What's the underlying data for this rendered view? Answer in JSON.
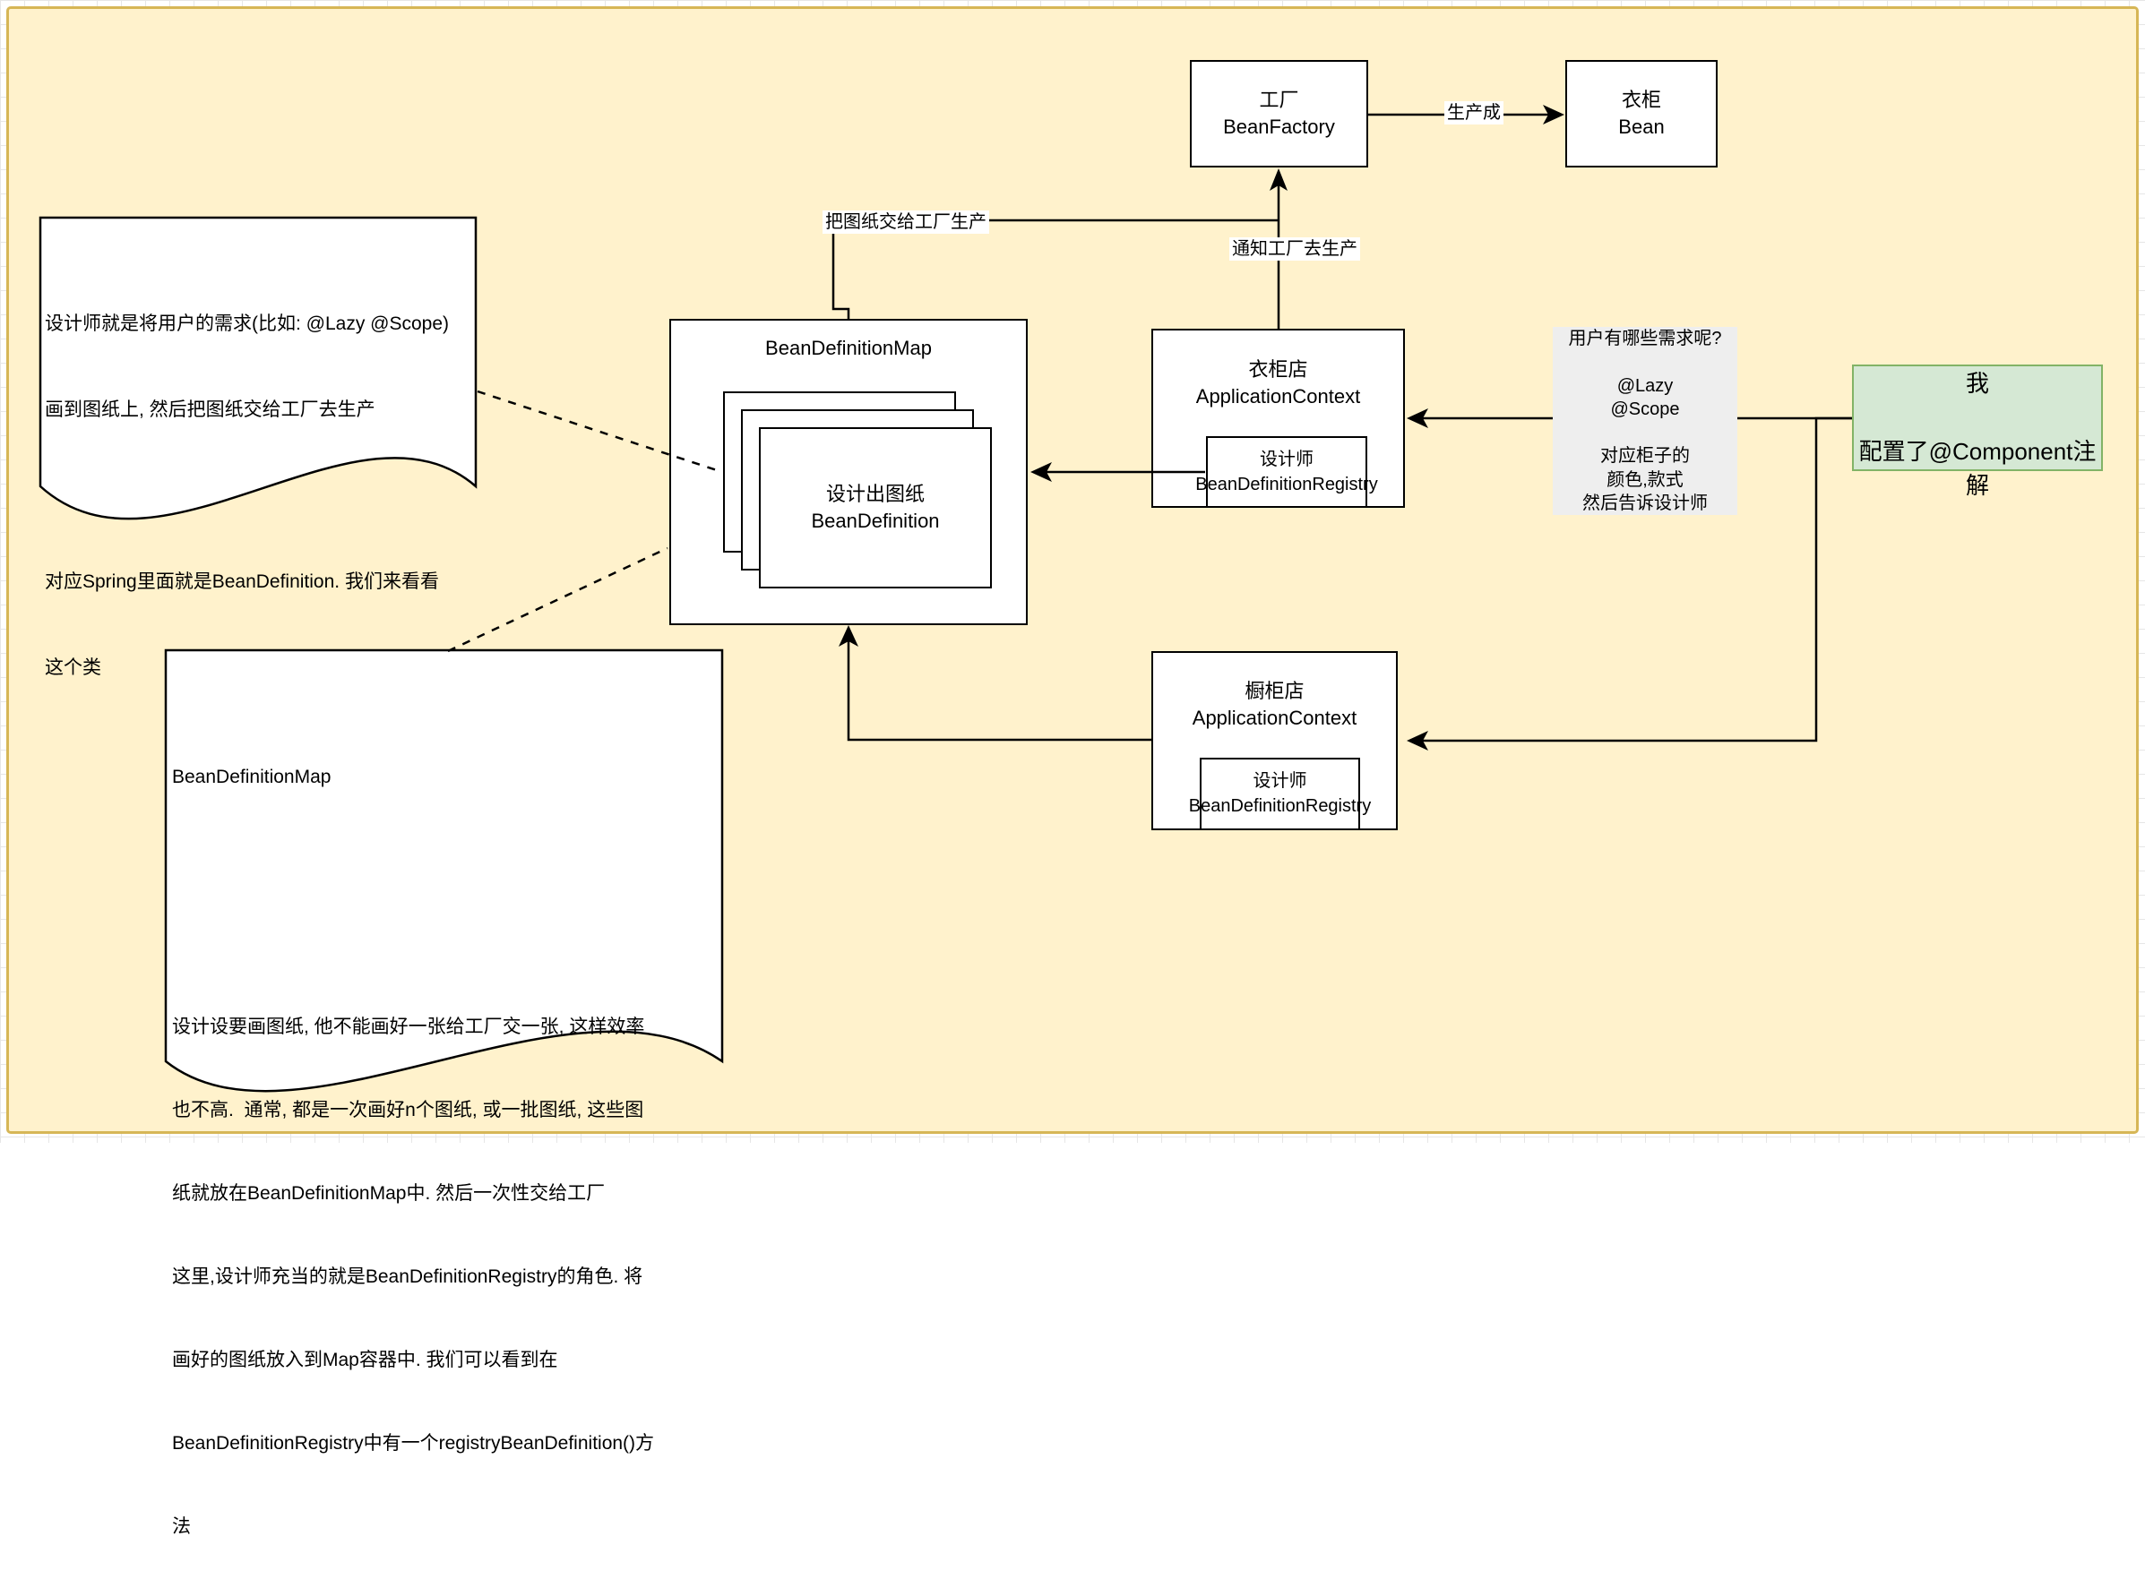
{
  "canvas": {
    "background": "#FFF2CC",
    "border": "#D6B656"
  },
  "boxes": {
    "factory": {
      "line1": "工厂",
      "line2": "BeanFactory"
    },
    "bean": {
      "line1": "衣柜",
      "line2": "Bean"
    },
    "bdmap": {
      "title": "BeanDefinitionMap"
    },
    "paper": {
      "line1": "设计出图纸",
      "line2": "BeanDefinition"
    },
    "wardrobe_store": {
      "line1": "衣柜店",
      "line2": "ApplicationContext"
    },
    "wardrobe_registry": {
      "line1": "设计师",
      "line2": "BeanDefinitionRegistry"
    },
    "cabinet_store": {
      "line1": "橱柜店",
      "line2": "ApplicationContext"
    },
    "cabinet_registry": {
      "line1": "设计师",
      "line2": "BeanDefinitionRegistry"
    },
    "me": {
      "line1": "我",
      "line2": "配置了@Component注解",
      "fill": "#D5E8D4",
      "stroke": "#82B366"
    }
  },
  "edge_labels": {
    "produce": "生产成",
    "notify": "通知工厂去生产",
    "hand_over": "把图纸交给工厂生产"
  },
  "gray_note": {
    "fill": "#EEEEEE",
    "lines": [
      "用户有哪些需求呢?",
      "",
      "@Lazy",
      "@Scope",
      "",
      "对应柜子的",
      "颜色,款式",
      "然后告诉设计师"
    ]
  },
  "notes": {
    "left": {
      "lines": [
        "设计师就是将用户的需求(比如: @Lazy @Scope)",
        "画到图纸上, 然后把图纸交给工厂去生产",
        "",
        "对应Spring里面就是BeanDefinition. 我们来看看",
        "这个类"
      ]
    },
    "bottom": {
      "title": "BeanDefinitionMap",
      "lines": [
        "设计设要画图纸, 他不能画好一张给工厂交一张, 这样效率",
        "也不高.  通常, 都是一次画好n个图纸, 或一批图纸, 这些图",
        "纸就放在BeanDefinitionMap中. 然后一次性交给工厂",
        "这里,设计师充当的就是BeanDefinitionRegistry的角色. 将",
        "画好的图纸放入到Map容器中. 我们可以看到在",
        "BeanDefinitionRegistry中有一个registryBeanDefinition()方",
        "法"
      ]
    }
  }
}
